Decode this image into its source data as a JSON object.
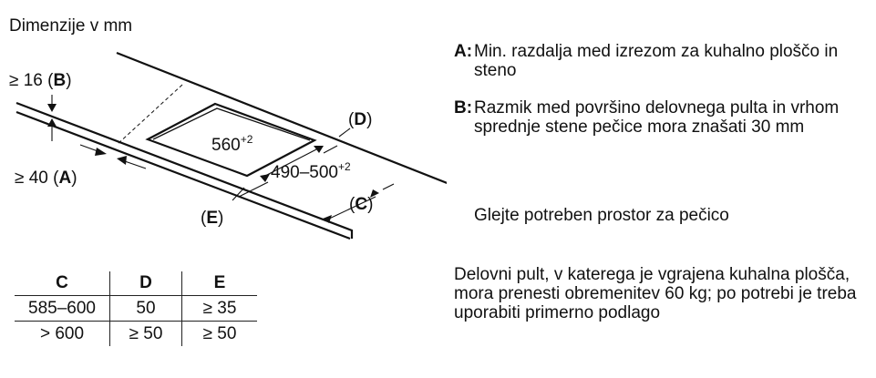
{
  "title": "Dimenzije v mm",
  "figure": {
    "label_b_prefix": "≥ 16 (",
    "label_b_key": "B",
    "label_b_suffix": ")",
    "label_a_prefix": "≥ 40 (",
    "label_a_key": "A",
    "label_a_suffix": ")",
    "label_d_prefix": "(",
    "label_d_key": "D",
    "label_d_suffix": ")",
    "label_c_prefix": "(",
    "label_c_key": "C",
    "label_c_suffix": ")",
    "label_e_prefix": "(",
    "label_e_key": "E",
    "label_e_suffix": ")",
    "width_value": "560",
    "width_tolerance": "+2",
    "depth_value": "490–500",
    "depth_tolerance": "+2"
  },
  "legend": [
    {
      "key": "A:",
      "text": "Min. razdalja med izrezom za kuhalno ploščo in steno"
    },
    {
      "key": "B:",
      "text": "Razmik med površino delovnega pulta in vrhom sprednje stene pečice mora znašati 30 mm"
    }
  ],
  "notes": {
    "oven_space": "Glejte potreben prostor za pečico",
    "load": "Delovni pult, v katerega je vgrajena kuhalna plošča, mora prenesti obremenitev 60 kg; po potrebi je treba uporabiti primerno podlago"
  },
  "table": {
    "headers": [
      "C",
      "D",
      "E"
    ],
    "rows": [
      [
        "585–600",
        "50",
        "≥ 35"
      ],
      [
        "> 600",
        "≥ 50",
        "≥ 50"
      ]
    ]
  }
}
